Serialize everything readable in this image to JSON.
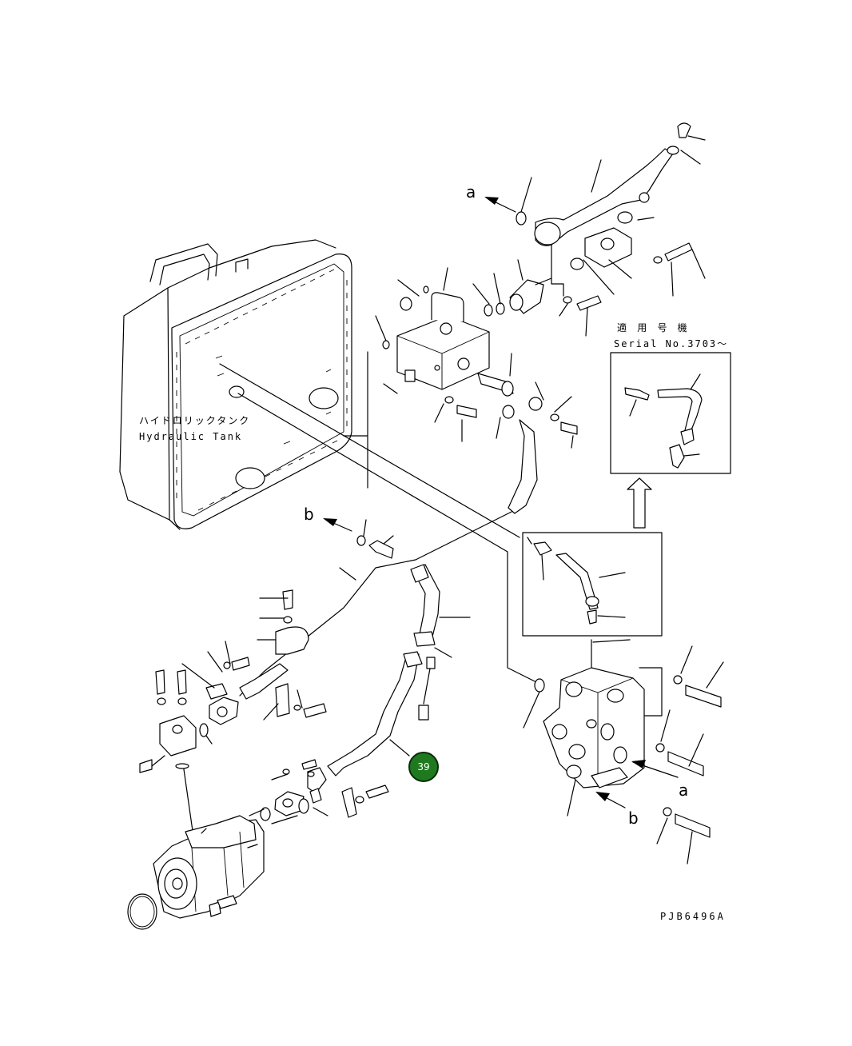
{
  "labels": {
    "tank_jp": "ハイドロリックタンク",
    "tank_en": "Hydraulic Tank",
    "serial_jp": "適 用 号 機",
    "serial_en": "Serial No.3703～",
    "ref_a_top": "a",
    "ref_b_left": "b",
    "ref_a_right": "a",
    "ref_b_right": "b",
    "drawing_code": "PJB6496A"
  },
  "callout": {
    "number": "39",
    "color": "#1f7a1f"
  }
}
